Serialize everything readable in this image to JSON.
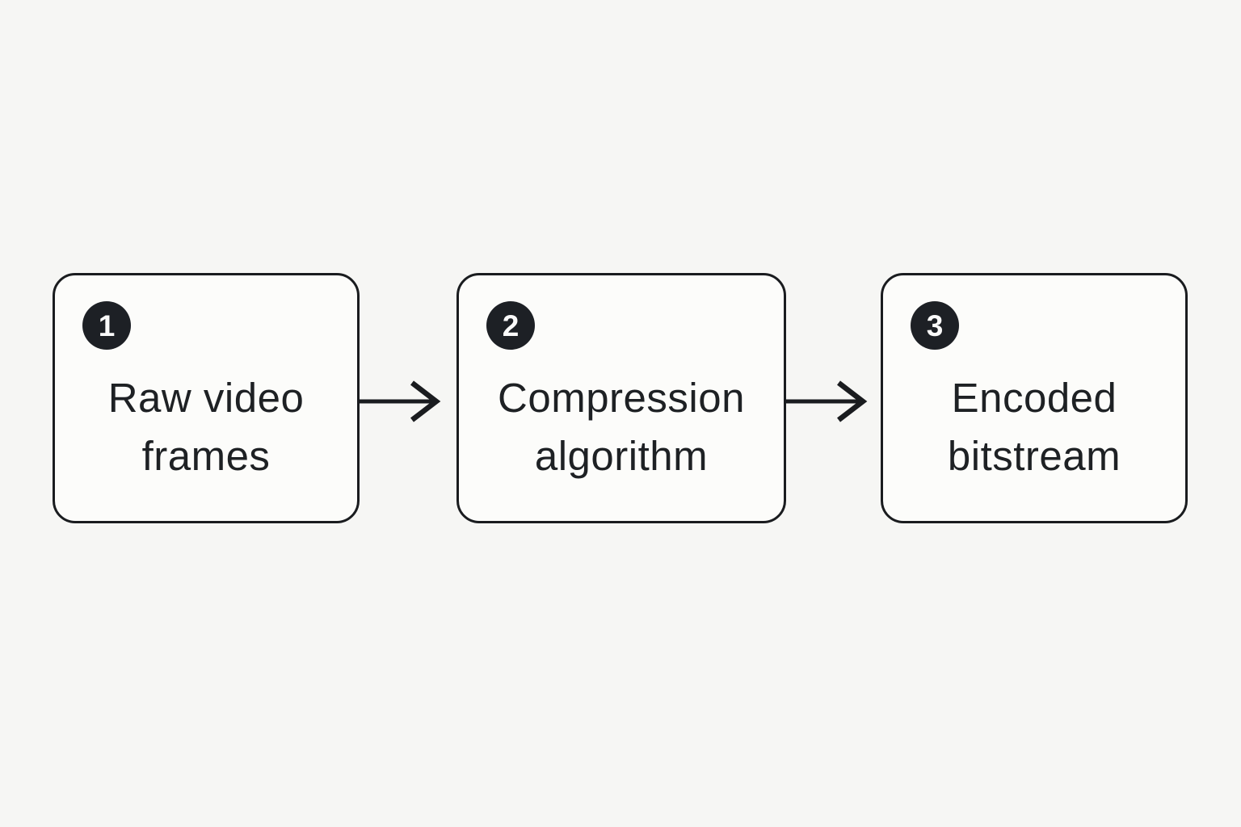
{
  "diagram": {
    "type": "flowchart",
    "direction": "left-to-right",
    "steps": [
      {
        "number": "1",
        "lines": [
          "Raw video",
          "frames"
        ]
      },
      {
        "number": "2",
        "lines": [
          "Compression",
          "algorithm"
        ]
      },
      {
        "number": "3",
        "lines": [
          "Encoded",
          "bitstream"
        ]
      }
    ],
    "connectors": [
      {
        "from": "1",
        "to": "2",
        "type": "arrow-right"
      },
      {
        "from": "2",
        "to": "3",
        "type": "arrow-right"
      }
    ],
    "colors": {
      "background": "#f6f6f4",
      "box_fill": "#fcfcfa",
      "box_border": "#1a1c1f",
      "badge_fill": "#1d2025",
      "badge_text": "#fafafa",
      "label_text": "#1e2124",
      "arrow": "#1a1c1f"
    }
  }
}
